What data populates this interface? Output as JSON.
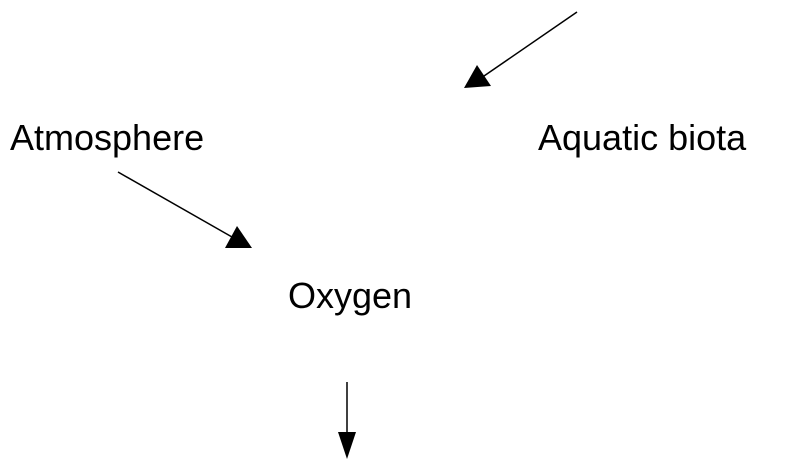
{
  "diagram": {
    "nodes": {
      "atmosphere": "Atmosphere",
      "aquatic_biota": "Aquatic biota",
      "oxygen": "Oxygen"
    },
    "edges": [
      {
        "from": "atmosphere",
        "to": "oxygen"
      },
      {
        "from": "(unlabeled source, off-page top right)",
        "to": "(unlabeled target)"
      },
      {
        "from": "oxygen",
        "to": "(unlabeled target, off-page below)"
      }
    ],
    "colors": {
      "text": "#000000",
      "lines": "#000000",
      "background": "#ffffff"
    }
  }
}
